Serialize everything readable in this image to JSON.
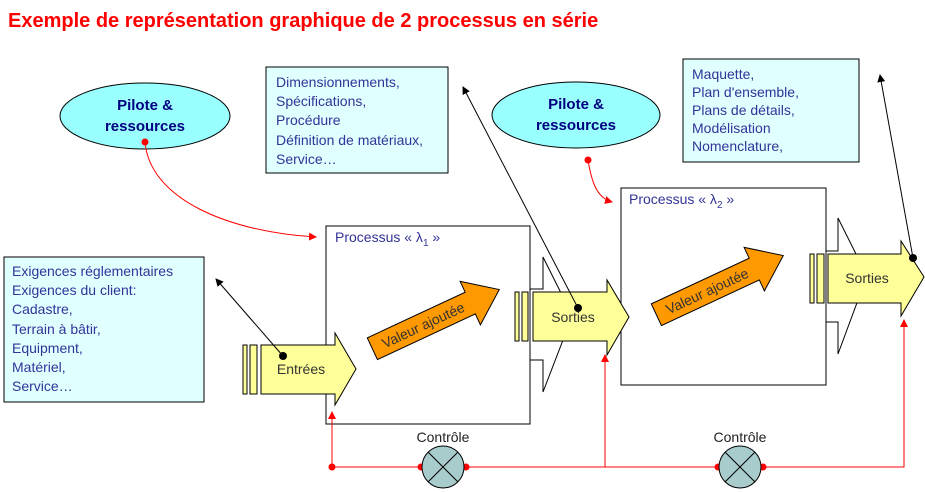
{
  "title": "Exemple de représentation graphique de 2 processus en série",
  "pilot": [
    "Pilote &",
    "ressources"
  ],
  "inputs_box": [
    "Exigences réglementaires",
    "Exigences du client:",
    "Cadastre,",
    "Terrain à bâtir,",
    "Equipment,",
    "Matériel,",
    "Service…"
  ],
  "outputs1_box": [
    "Dimensionnements,",
    "Spécifications,",
    "Procédure",
    "Définition de matériaux,",
    "Service…"
  ],
  "outputs2_box": [
    "Maquette,",
    "Plan d'ensemble,",
    "Plans de détails,",
    "Modélisation",
    "Nomenclature,"
  ],
  "process1": {
    "label": "Processus « λ",
    "sub": "1",
    "end": " »"
  },
  "process2": {
    "label": "Processus « λ",
    "sub": "2",
    "end": " »"
  },
  "entrees": "Entrées",
  "sorties": "Sorties",
  "valeur": "Valeur ajoutée",
  "controle": "Contrôle",
  "colors": {
    "title": "#ff0000",
    "ellipse": "#99ffff",
    "note": "#e0ffff",
    "arrow": "#ffff99",
    "valeur": "#ff9900",
    "control": "#ff0000"
  }
}
